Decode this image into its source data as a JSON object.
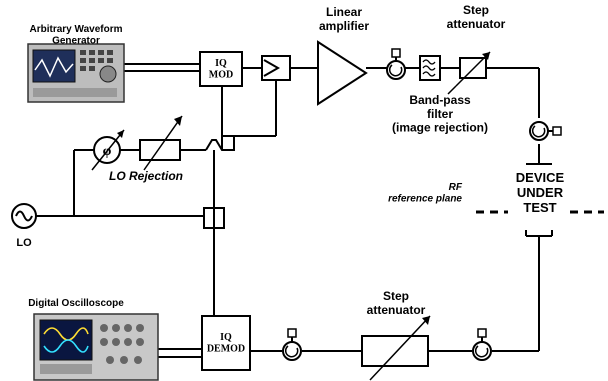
{
  "instruments": {
    "awg": "Arbitrary Waveform\nGenerator",
    "scope": "Digital Oscilloscope"
  },
  "blocks": {
    "iq_mod": "IQ\nMOD",
    "iq_demod": "IQ\nDEMOD",
    "dut": "DEVICE\nUNDER\nTEST",
    "phase_symbol": "φ"
  },
  "labels": {
    "linear_amplifier": "Linear\namplifier",
    "step_attenuator_top": "Step\nattenuator",
    "step_attenuator_bottom": "Step\nattenuator",
    "bandpass_filter": "Band-pass\nfilter\n(image rejection)",
    "lo_rejection": "LO Rejection",
    "lo": "LO",
    "rf_plane": "RF\nreference plane"
  }
}
